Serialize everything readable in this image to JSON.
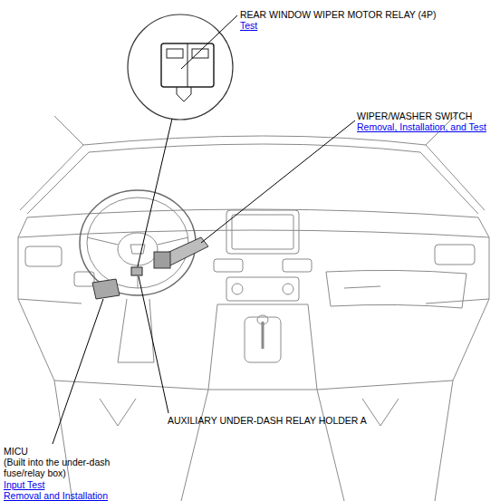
{
  "diagram": {
    "labels": [
      "REAR WINDOW WIPER MOTOR RELAY (4P)",
      "Test",
      "WIPER/WASHER SWITCH",
      "Removal, Installation, and Test",
      "AUXILIARY UNDER-DASH RELAY HOLDER A",
      "MICU",
      "(Built into the under-dash fuse/relay box)",
      "Input Test",
      "Removal and Installation"
    ]
  }
}
